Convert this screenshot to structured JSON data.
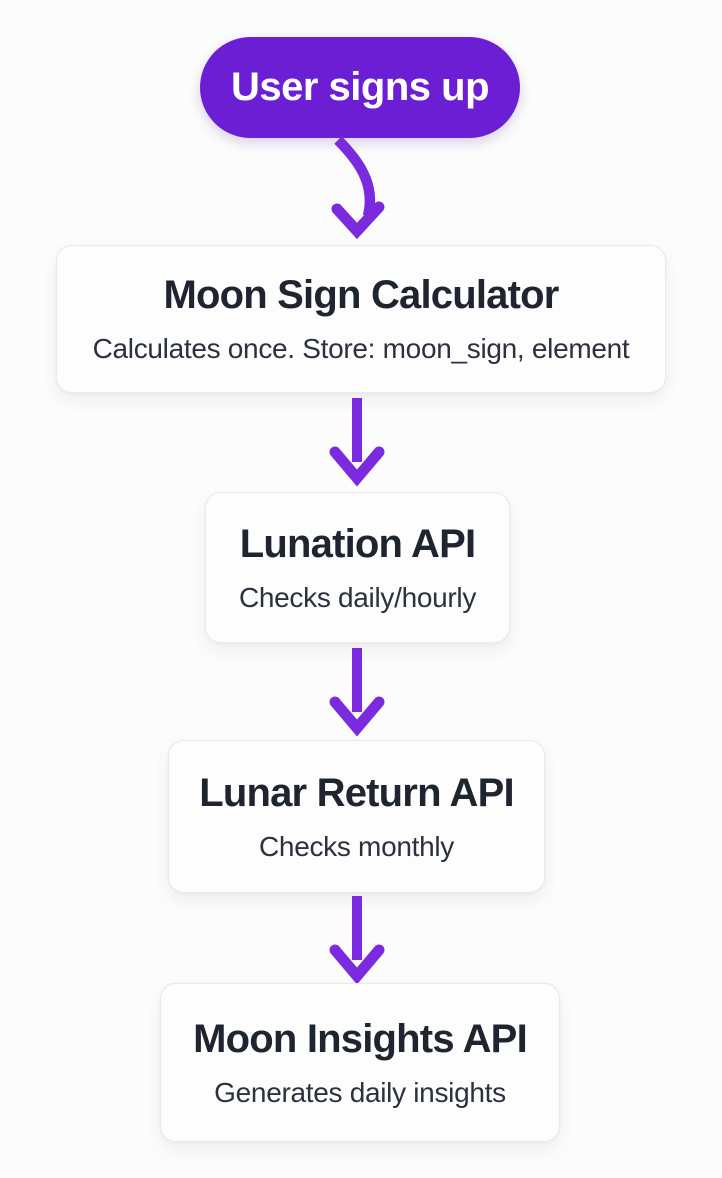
{
  "diagram": {
    "type": "flowchart",
    "colors": {
      "background": "#fcfcfc",
      "node_start_bg": "#6b1ed3",
      "node_start_text": "#ffffff",
      "arrow": "#7b2ae0",
      "card_bg": "#fdfdfe",
      "card_border": "#e9e9ee",
      "card_title_text": "#1f2530",
      "card_subtitle_text": "#2b313d"
    },
    "flow": {
      "start": {
        "label": "User signs up",
        "shape": "pill"
      },
      "steps": [
        {
          "title": "Moon Sign Calculator",
          "subtitle": "Calculates once. Store: moon_sign, element"
        },
        {
          "title": "Lunation API",
          "subtitle": "Checks daily/hourly"
        },
        {
          "title": "Lunar Return API",
          "subtitle": "Checks monthly"
        },
        {
          "title": "Moon Insights API",
          "subtitle": "Generates daily insights"
        }
      ],
      "connections": [
        {
          "from": "User signs up",
          "to": "Moon Sign Calculator",
          "style": "curved-down-arrow"
        },
        {
          "from": "Moon Sign Calculator",
          "to": "Lunation API",
          "style": "straight-down-arrow"
        },
        {
          "from": "Lunation API",
          "to": "Lunar Return API",
          "style": "straight-down-arrow"
        },
        {
          "from": "Lunar Return API",
          "to": "Moon Insights API",
          "style": "straight-down-arrow"
        }
      ]
    }
  }
}
